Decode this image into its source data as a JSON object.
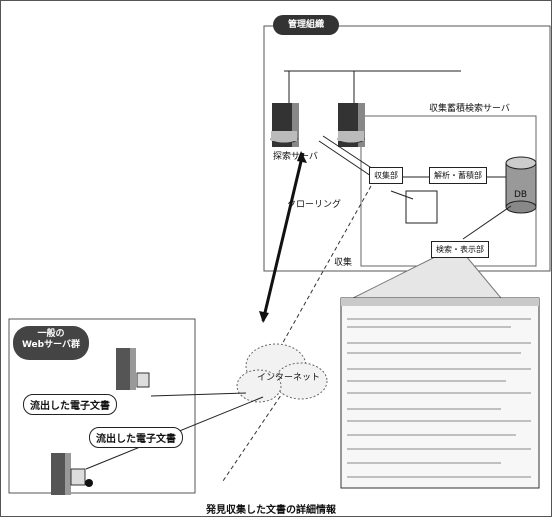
{
  "diagram": {
    "admin_org": "管理組織",
    "collect_server_label": "収集蓄積検索サーバ",
    "patrol_server": "探索サーバ",
    "collect_unit": "収集部",
    "analyze_unit": "解析・蓄積部",
    "db_label": "DB",
    "search_display_unit": "検索・表示部",
    "crawling": "クローリング",
    "collect": "収集",
    "internet": "インターネット",
    "web_servers_line1": "一般の",
    "web_servers_line2": "Webサーバ群",
    "leaked_doc_1": "流出した電子文書",
    "leaked_doc_2": "流出した電子文書",
    "caption": "発見収集した文書の詳細情報"
  }
}
